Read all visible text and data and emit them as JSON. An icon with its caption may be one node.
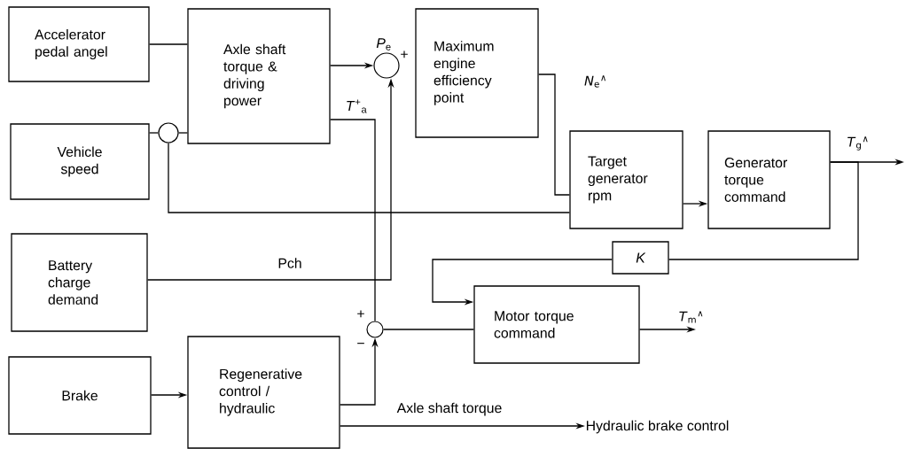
{
  "diagram": {
    "nodes": [
      {
        "text": [
          "Accelerator pedal angel"
        ]
      },
      {
        "text": [
          "Axle shaft torque & driving power"
        ]
      },
      {
        "text": [],
        "shape": "circle",
        "beside": [
          "*P*$_{e}$",
          "+"
        ]
      },
      {
        "text": [
          "Maximum engine efficiency point"
        ]
      },
      {
        "text": [
          "Vehicle speed"
        ]
      },
      {
        "text": [],
        "shape": "circle"
      },
      {
        "text": [
          "Target generator rpm"
        ]
      },
      {
        "text": [
          "Generator torque command"
        ]
      },
      {
        "text": [
          "Battery charge demand"
        ]
      },
      {
        "text": [
          "K"
        ]
      },
      {
        "text": [
          "Motor torque command"
        ]
      },
      {
        "text": [],
        "shape": "circle",
        "beside": [
          "+",
          "−"
        ]
      },
      {
        "text": [
          "Brake"
        ]
      },
      {
        "text": [
          "Regenerative control / hydraulic"
        ]
      },
      {
        "text": [
          "Hydraulic brake control"
        ]
      }
    ],
    "edges": [
      {
        "from": 0,
        "to": 1,
        "arrow": "none"
      },
      {
        "from": 4,
        "to": 5,
        "arrow": "none"
      },
      {
        "from": 5,
        "to": 1,
        "arrow": "none"
      },
      {
        "from": 5,
        "to": 6,
        "arrow": "none"
      },
      {
        "from": 1,
        "to": 2,
        "arrow": "to"
      },
      {
        "from": 1,
        "to": 11,
        "arrow": "none",
        "label": "*T*$^{+}$$_{a}$"
      },
      {
        "from": 8,
        "to": 2,
        "arrow": "to",
        "label": "Pch"
      },
      {
        "from": 3,
        "to": 6,
        "arrow": "none",
        "label": "*N*$_{e}$$^{∧}$"
      },
      {
        "from": 6,
        "to": 7,
        "arrow": "to"
      },
      {
        "from": 7,
        "to": null,
        "arrow": "to",
        "label": "*T*$_{g}$$^{∧}$"
      },
      {
        "from": 7,
        "to": 9,
        "arrow": "none"
      },
      {
        "from": 9,
        "to": 10,
        "arrow": "to"
      },
      {
        "from": 11,
        "to": 10,
        "arrow": "none"
      },
      {
        "from": 10,
        "to": null,
        "arrow": "to",
        "label": "*T*$_{m}$$^{∧}$"
      },
      {
        "from": 13,
        "to": 11,
        "arrow": "to"
      },
      {
        "from": 12,
        "to": 13,
        "arrow": "to"
      },
      {
        "from": 13,
        "to": 14,
        "arrow": "to",
        "label": "Axle shaft torque"
      }
    ]
  }
}
